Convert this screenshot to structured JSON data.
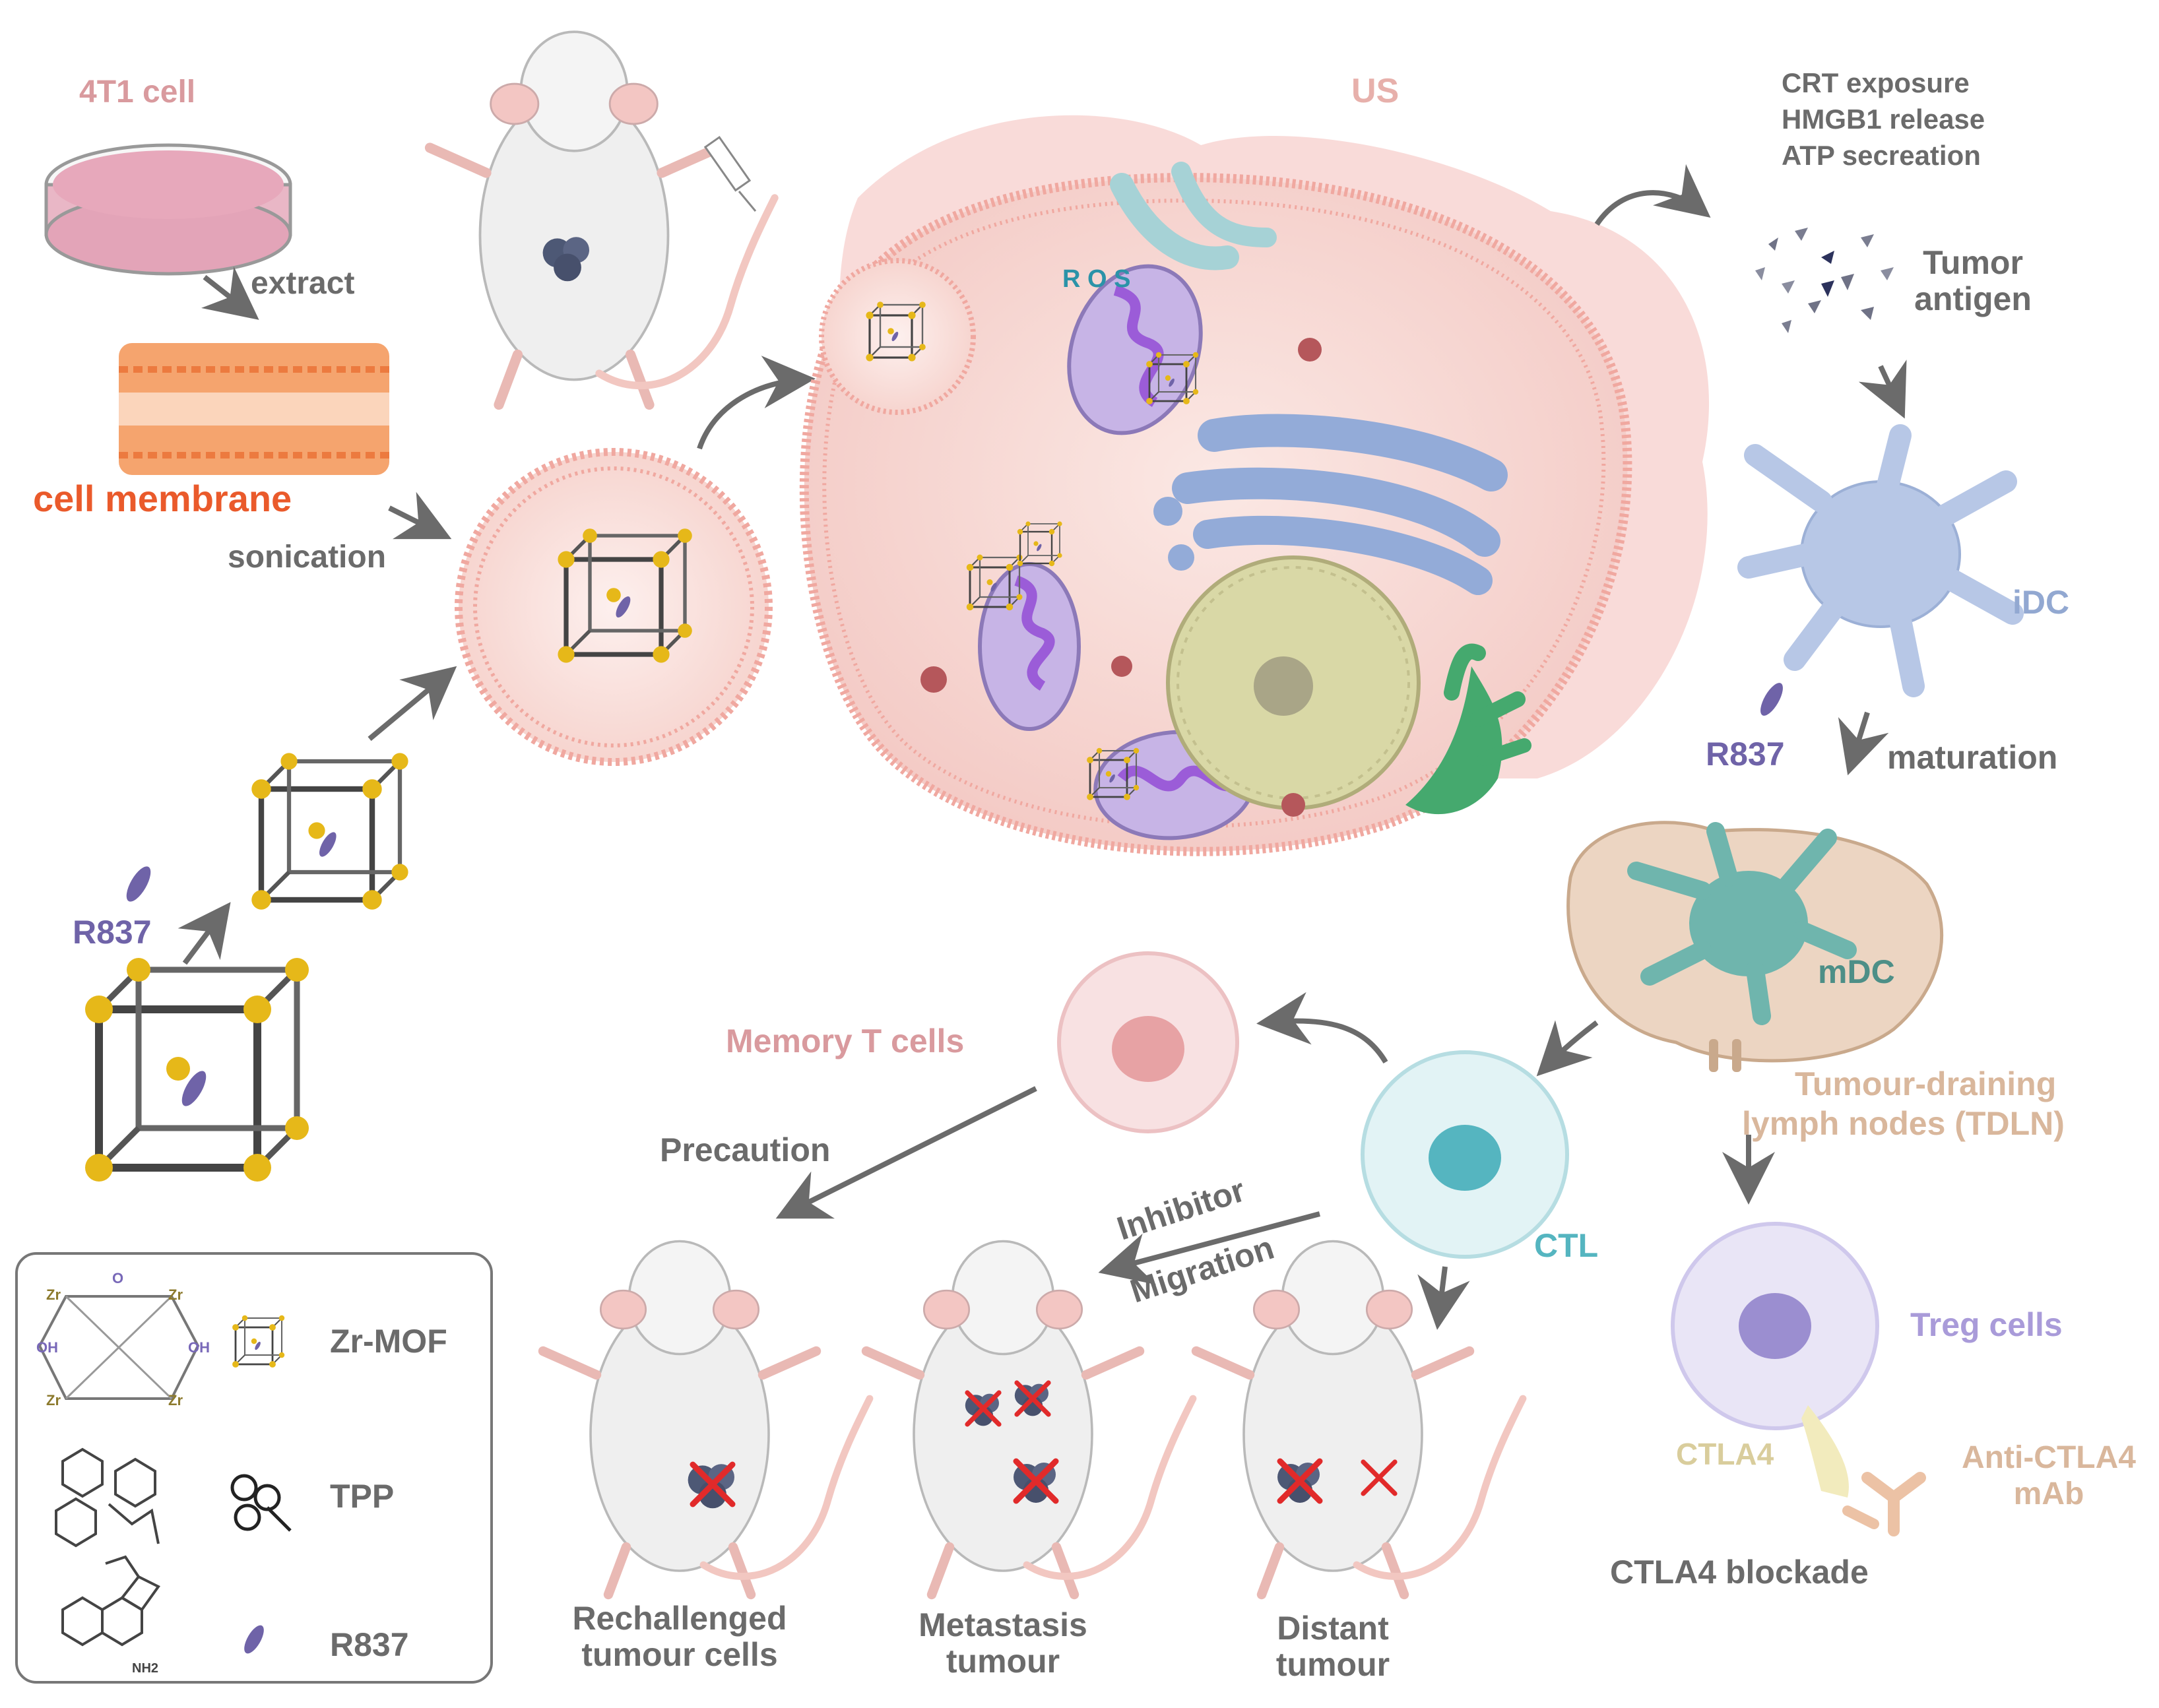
{
  "labels": {
    "cell_4t1": "4T1 cell",
    "extract": "extract",
    "cell_membrane": "cell membrane",
    "sonication": "sonication",
    "r837_left": "R837",
    "us": "US",
    "ros": "R O S",
    "icd_lines": [
      "CRT exposure",
      "HMGB1 release",
      "ATP secreation"
    ],
    "tumor_antigen": [
      "Tumor",
      "antigen"
    ],
    "idc": "iDC",
    "r837_right": "R837",
    "maturation": "maturation",
    "mdc": "mDC",
    "tdln": [
      "Tumour-draining",
      "lymph nodes (TDLN)"
    ],
    "memory_t": "Memory T cells",
    "precaution": "Precaution",
    "inhibitor": "Inhibitor",
    "migration": "Migration",
    "ctl": "CTL",
    "treg": "Treg cells",
    "ctla4": "CTLA4",
    "anti_ctla4": [
      "Anti-CTLA4",
      "mAb"
    ],
    "ctla4_blockade": "CTLA4 blockade",
    "mouse_rechallenged": [
      "Rechallenged",
      "tumour cells"
    ],
    "mouse_metastasis": [
      "Metastasis",
      "tumour"
    ],
    "mouse_distant": [
      "Distant",
      "tumour"
    ]
  },
  "legend": {
    "zr_mof": "Zr-MOF",
    "tpp": "TPP",
    "r837": "R837",
    "zr_atom": "Zr",
    "o_atom": "O",
    "oh_group": "OH",
    "nh2_group": "NH2"
  },
  "colors": {
    "pink_label": "#d99a9e",
    "orange_label": "#ea5a2b",
    "gray_label": "#6b6b6b",
    "purple_label": "#6f63a8",
    "blue_label": "#92a8d1",
    "teal_label": "#55b5c0",
    "tan_label": "#d9b79c",
    "lavender_label": "#a99bd9",
    "cream_label": "#d9cd9c",
    "ros_label": "#2b93a8",
    "mof_gold": "#e6b819",
    "red_cross": "#e12a2a"
  }
}
